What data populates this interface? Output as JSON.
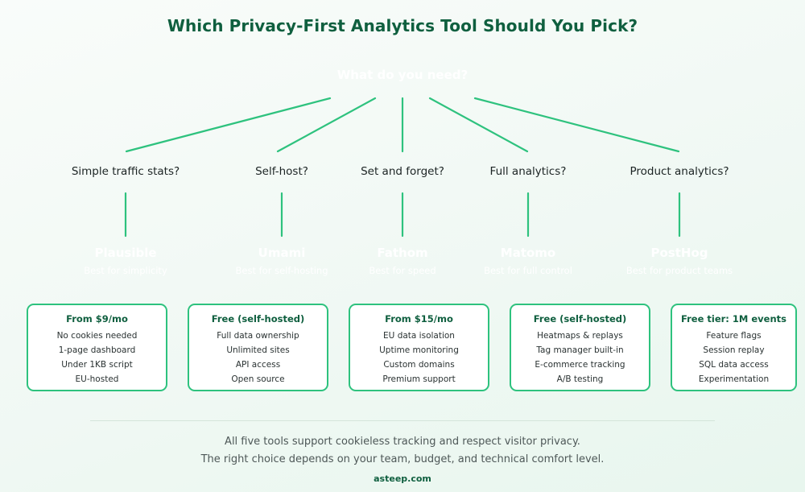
{
  "title": "Which Privacy-First Analytics Tool Should You Pick?",
  "root_question": "What do you need?",
  "colors": {
    "accent": "#2ec27e",
    "title": "#0f5f3f",
    "background": "#f2f9f5"
  },
  "branches": [
    {
      "question": "Simple traffic stats?",
      "tool": "Plausible",
      "tagline": "Best for simplicity",
      "price": "From $9/mo",
      "features": [
        "No cookies needed",
        "1-page dashboard",
        "Under 1KB script",
        "EU-hosted"
      ]
    },
    {
      "question": "Self-host?",
      "tool": "Umami",
      "tagline": "Best for self-hosting",
      "price": "Free (self-hosted)",
      "features": [
        "Full data ownership",
        "Unlimited sites",
        "API access",
        "Open source"
      ]
    },
    {
      "question": "Set and forget?",
      "tool": "Fathom",
      "tagline": "Best for speed",
      "price": "From $15/mo",
      "features": [
        "EU data isolation",
        "Uptime monitoring",
        "Custom domains",
        "Premium support"
      ]
    },
    {
      "question": "Full analytics?",
      "tool": "Matomo",
      "tagline": "Best for full control",
      "price": "Free (self-hosted)",
      "features": [
        "Heatmaps & replays",
        "Tag manager built-in",
        "E-commerce tracking",
        "A/B testing"
      ]
    },
    {
      "question": "Product analytics?",
      "tool": "PostHog",
      "tagline": "Best for product teams",
      "price": "Free tier: 1M events",
      "features": [
        "Feature flags",
        "Session replay",
        "SQL data access",
        "Experimentation"
      ]
    }
  ],
  "footer": {
    "line1": "All five tools support cookieless tracking and respect visitor privacy.",
    "line2": "The right choice depends on your team, budget, and technical comfort level.",
    "brand": "asteep.com"
  }
}
